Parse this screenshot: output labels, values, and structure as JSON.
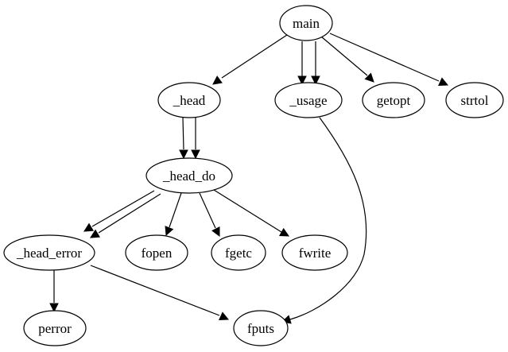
{
  "graph": {
    "type": "call-graph",
    "nodes": [
      {
        "id": "main",
        "label": "main"
      },
      {
        "id": "head",
        "label": "_head"
      },
      {
        "id": "usage",
        "label": "_usage"
      },
      {
        "id": "getopt",
        "label": "getopt"
      },
      {
        "id": "strtol",
        "label": "strtol"
      },
      {
        "id": "head_do",
        "label": "_head_do"
      },
      {
        "id": "head_error",
        "label": "_head_error"
      },
      {
        "id": "fopen",
        "label": "fopen"
      },
      {
        "id": "fgetc",
        "label": "fgetc"
      },
      {
        "id": "fwrite",
        "label": "fwrite"
      },
      {
        "id": "perror",
        "label": "perror"
      },
      {
        "id": "fputs",
        "label": "fputs"
      }
    ],
    "edges": [
      {
        "from": "main",
        "to": "head"
      },
      {
        "from": "main",
        "to": "usage"
      },
      {
        "from": "main",
        "to": "usage"
      },
      {
        "from": "main",
        "to": "getopt"
      },
      {
        "from": "main",
        "to": "strtol"
      },
      {
        "from": "head",
        "to": "head_do"
      },
      {
        "from": "head",
        "to": "head_do"
      },
      {
        "from": "head_do",
        "to": "head_error"
      },
      {
        "from": "head_do",
        "to": "head_error"
      },
      {
        "from": "head_do",
        "to": "fopen"
      },
      {
        "from": "head_do",
        "to": "fgetc"
      },
      {
        "from": "head_do",
        "to": "fwrite"
      },
      {
        "from": "head_error",
        "to": "perror"
      },
      {
        "from": "head_error",
        "to": "fputs"
      },
      {
        "from": "usage",
        "to": "fputs"
      }
    ]
  }
}
